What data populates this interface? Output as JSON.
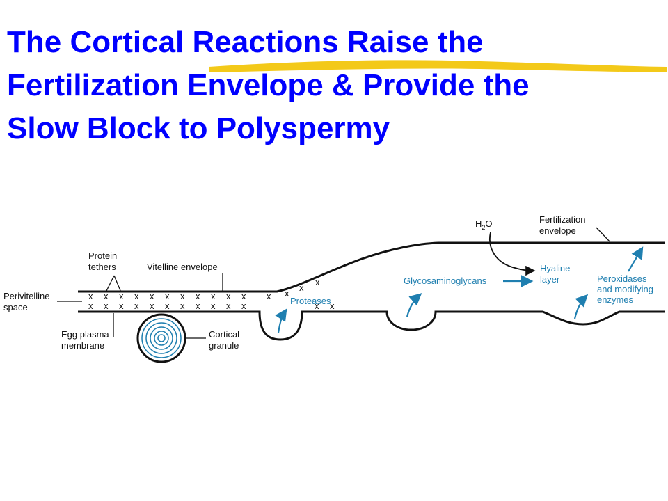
{
  "slide": {
    "title_lines": [
      "The Cortical Reactions Raise the",
      "Fertilization Envelope & Provide the",
      "Slow Block to Polyspermy"
    ]
  },
  "colors": {
    "title": "#0000ff",
    "highlight": "#f2c300",
    "accent_label": "#1f7fb0",
    "line": "#111111"
  },
  "diagram": {
    "labels": {
      "protein_tethers": [
        "Protein",
        "tethers"
      ],
      "vitelline_envelope": "Vitelline envelope",
      "perivitelline_space": [
        "Perivitelline",
        "space"
      ],
      "egg_plasma_membrane": [
        "Egg plasma",
        "membrane"
      ],
      "cortical_granule": [
        "Cortical",
        "granule"
      ],
      "h2o_main": "H",
      "h2o_sub": "2",
      "h2o_end": "O",
      "fertilization_envelope": [
        "Fertilization",
        "envelope"
      ],
      "hyaline_layer": [
        "Hyaline",
        "layer"
      ],
      "glycosaminoglycans": "Glycosaminoglycans",
      "proteases": "Proteases",
      "peroxidases": [
        "Peroxidases",
        "and modifying",
        "enzymes"
      ],
      "x_mark": "x"
    }
  }
}
